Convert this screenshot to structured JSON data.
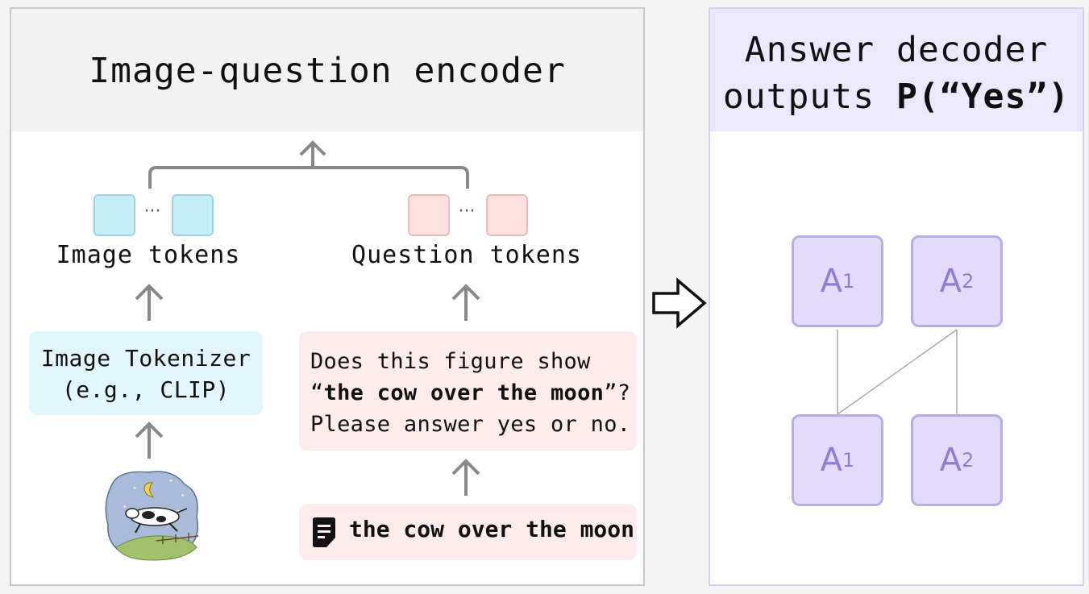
{
  "encoder": {
    "title": "Image-question encoder",
    "image_tokens_label": "Image tokens",
    "question_tokens_label": "Question tokens",
    "tokenizer": {
      "line1": "Image Tokenizer",
      "line2": "(e.g., CLIP)"
    },
    "question": {
      "line1": "Does this figure show",
      "line2_open": "“",
      "line2_bold": "the cow over the moon",
      "line2_close": "”?",
      "line3": "Please answer yes or no."
    },
    "caption": "the cow over the moon",
    "icons": [
      "up-arrow-icon",
      "document-icon",
      "cow-moon-illustration"
    ]
  },
  "decoder": {
    "title_line1": "Answer decoder",
    "title_line2_plain": "outputs ",
    "title_line2_bold": "P(“Yes”)",
    "nodes_top": [
      {
        "letter": "A",
        "sub": "1"
      },
      {
        "letter": "A",
        "sub": "2"
      }
    ],
    "nodes_bottom": [
      {
        "letter": "A",
        "sub": "1"
      },
      {
        "letter": "A",
        "sub": "2"
      }
    ]
  },
  "colors": {
    "image_token": "#c5eef9",
    "question_token": "#fde1e1",
    "node_fill": "#e3dbfb",
    "node_text": "#8d7ed0",
    "arrow_gray": "#888888"
  }
}
